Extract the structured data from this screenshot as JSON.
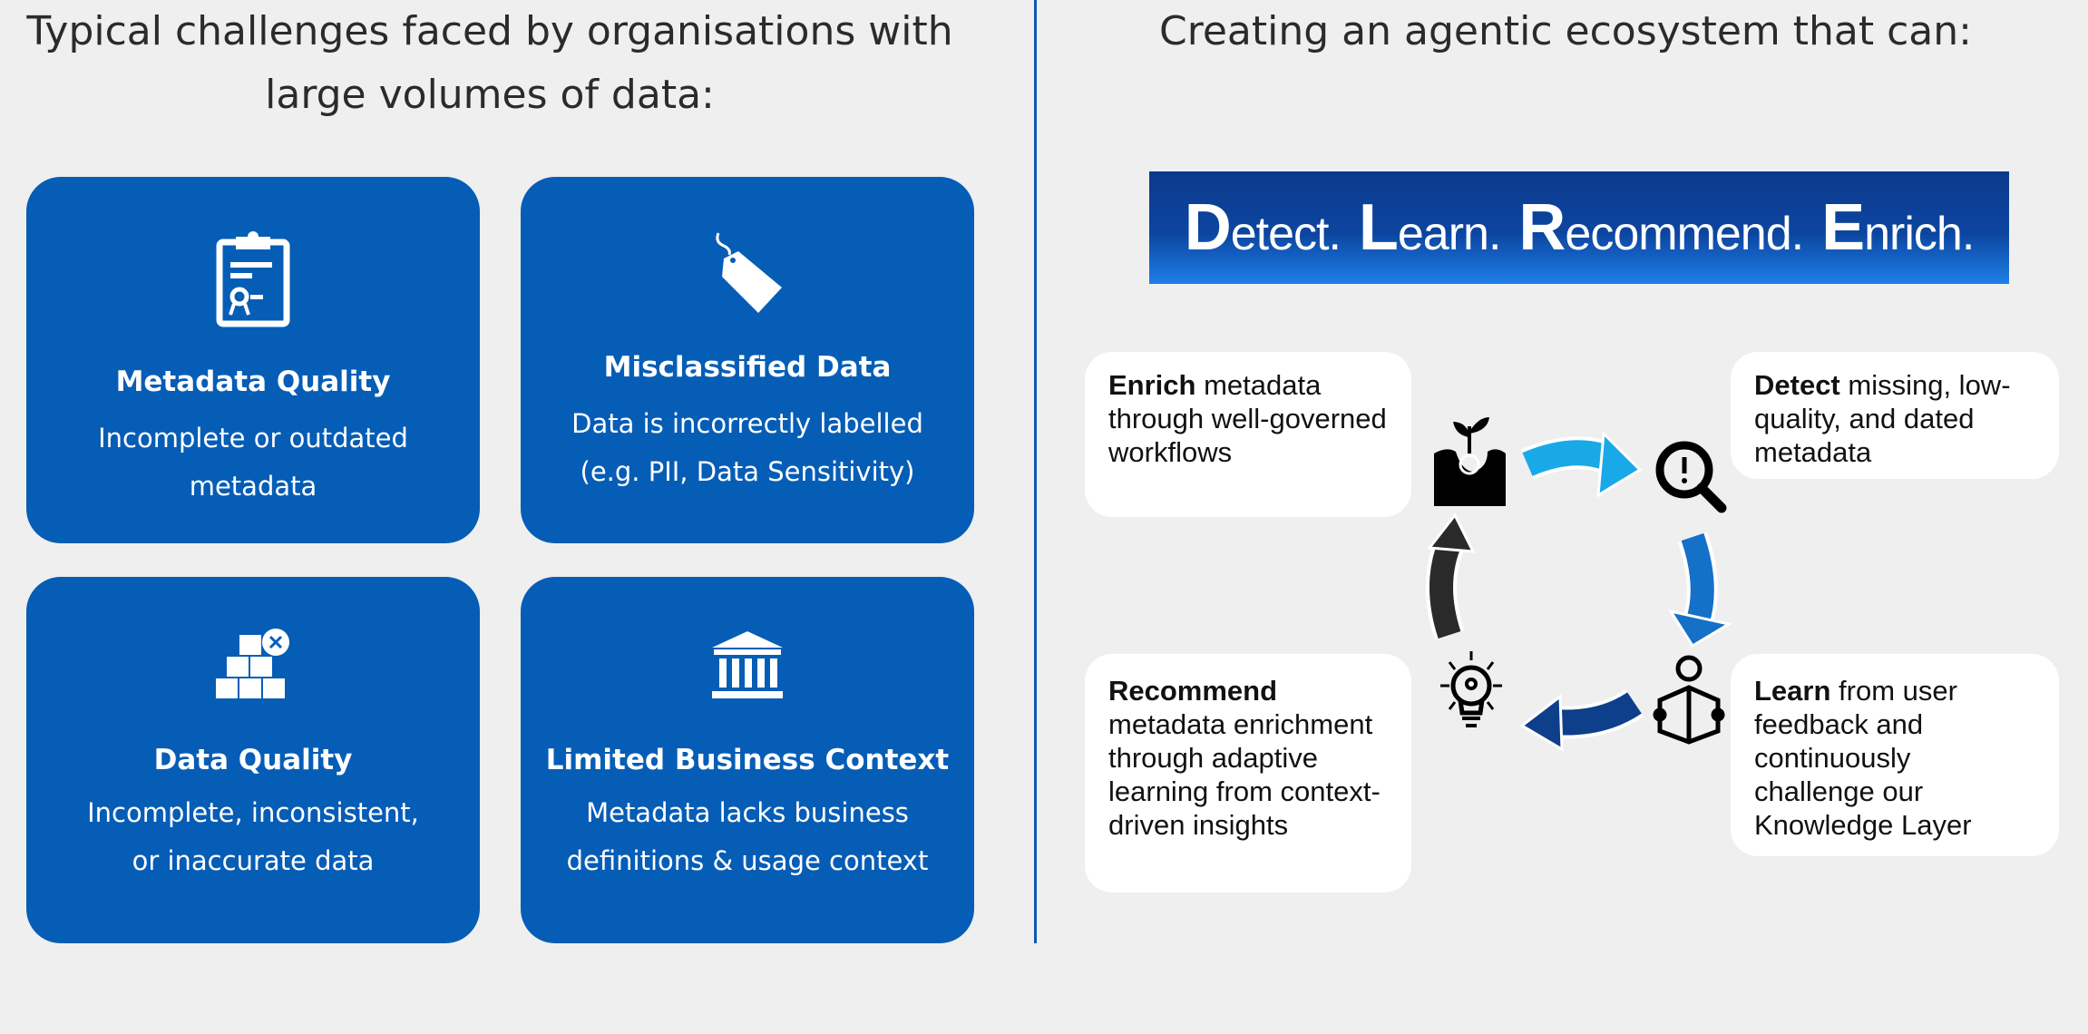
{
  "left": {
    "title_line1": "Typical challenges faced by organisations with",
    "title_line2": "large volumes of data:",
    "cards": [
      {
        "icon": "certificate-clipboard-icon",
        "title": "Metadata Quality",
        "desc1": "Incomplete or outdated",
        "desc2": "metadata"
      },
      {
        "icon": "tag-icon",
        "title": "Misclassified Data",
        "desc1": "Data is incorrectly labelled",
        "desc2": "(e.g. PII, Data Sensitivity)"
      },
      {
        "icon": "boxes-error-icon",
        "title": "Data Quality",
        "desc1": "Incomplete, inconsistent,",
        "desc2": "or inaccurate data"
      },
      {
        "icon": "institution-building-icon",
        "title": "Limited Business Context",
        "desc1": "Metadata lacks business",
        "desc2": "definitions & usage context"
      }
    ]
  },
  "right": {
    "title": "Creating an agentic ecosystem that can:",
    "banner": [
      {
        "cap": "D",
        "rest": "etect."
      },
      {
        "cap": "L",
        "rest": "earn."
      },
      {
        "cap": "R",
        "rest": "ecommend."
      },
      {
        "cap": "E",
        "rest": "nrich."
      }
    ],
    "steps": {
      "enrich": {
        "bold": "Enrich",
        "text": " metadata through well-governed workflows",
        "icon": "plant-seedling-icon"
      },
      "detect": {
        "bold": "Detect",
        "text": " missing, low-quality, and dated metadata",
        "icon": "magnifier-alert-icon"
      },
      "learn": {
        "bold": "Learn",
        "text": " from user feedback and continuously challenge our Knowledge Layer",
        "icon": "person-reading-icon"
      },
      "recommend": {
        "bold": "Recommend",
        "text": " metadata enrichment through adaptive learning from context-driven insights",
        "icon": "lightbulb-gear-icon"
      }
    },
    "arrow_colors": {
      "enrich_to_detect": "#1aa9e8",
      "detect_to_learn": "#1570c8",
      "learn_to_recommend": "#0d3f8a",
      "recommend_to_enrich": "#2a2a2a"
    }
  },
  "colors": {
    "card": "#065db6",
    "background": "#efefef"
  }
}
